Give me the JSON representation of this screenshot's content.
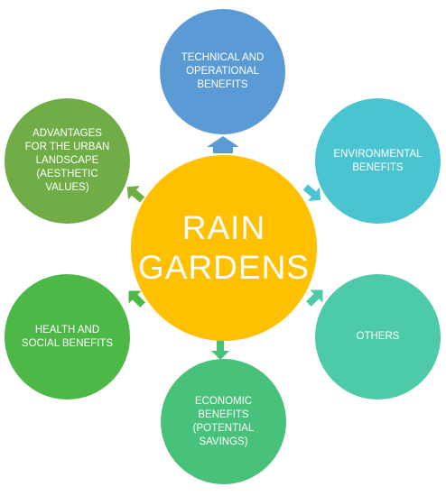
{
  "diagram": {
    "center": {
      "label": "RAIN\nGARDENS",
      "color": "#FFC000"
    },
    "nodes": [
      {
        "id": "technical",
        "label": "TECHNICAL AND\nOPERATIONAL\nBENEFITS",
        "color": "#5B9BD5"
      },
      {
        "id": "environmental",
        "label": "ENVIRONMENTAL\nBENEFITS",
        "color": "#4BC4D1"
      },
      {
        "id": "others",
        "label": "OTHERS",
        "color": "#4DCAA8"
      },
      {
        "id": "economic",
        "label": "ECONOMIC\nBENEFITS\n(POTENTIAL\nSAVINGS)",
        "color": "#48C17A"
      },
      {
        "id": "health",
        "label": "HEALTH AND\nSOCIAL BENEFITS",
        "color": "#4DB848"
      },
      {
        "id": "urban",
        "label": "ADVANTAGES\nFOR THE URBAN\nLANDSCAPE\n(AESTHETIC\nVALUES)",
        "color": "#70AD47"
      }
    ],
    "arrow_colors": {
      "technical": "#5B9BD5",
      "environmental": "#4BC4D1",
      "others": "#4DCAA8",
      "economic": "#48C17A",
      "health": "#4DB848",
      "urban": "#70AD47"
    }
  }
}
